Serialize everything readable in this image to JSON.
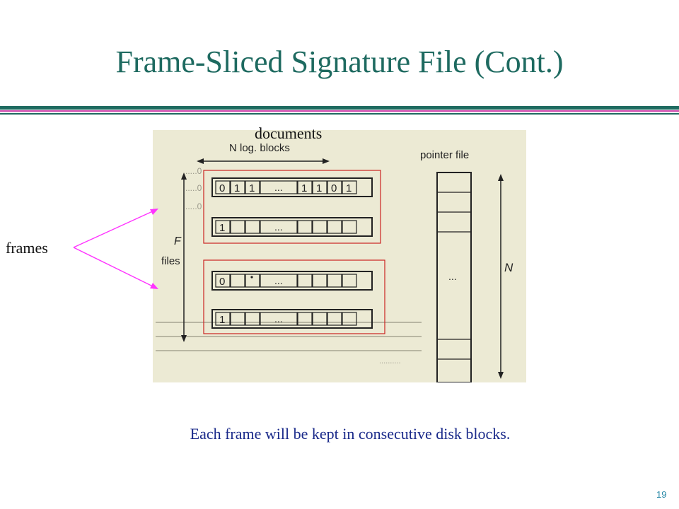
{
  "slide": {
    "title": "Frame-Sliced Signature File (Cont.)",
    "documents_label": "documents",
    "frames_label": "frames",
    "caption": "Each frame will be kept in consecutive disk blocks.",
    "page_number": "19"
  },
  "figure": {
    "header": "N log. blocks",
    "pointer_file_label": "pointer file",
    "n_label": "N",
    "f_label": "F",
    "files_label": "files",
    "ellipsis": "...",
    "rows": {
      "r1_left": [
        "0",
        "1",
        "1"
      ],
      "r1_right": [
        "1",
        "1",
        "0",
        "1"
      ],
      "r2": "1",
      "r3": "0",
      "r4": "1"
    }
  },
  "colors": {
    "title": "#1e6a60",
    "rule_teal": "#1e6a60",
    "rule_magenta": "#cc44aa",
    "frame_box": "#cc2222",
    "arrow": "#ff33ff",
    "caption": "#1a2a8a",
    "page_number": "#2a8aa8"
  }
}
